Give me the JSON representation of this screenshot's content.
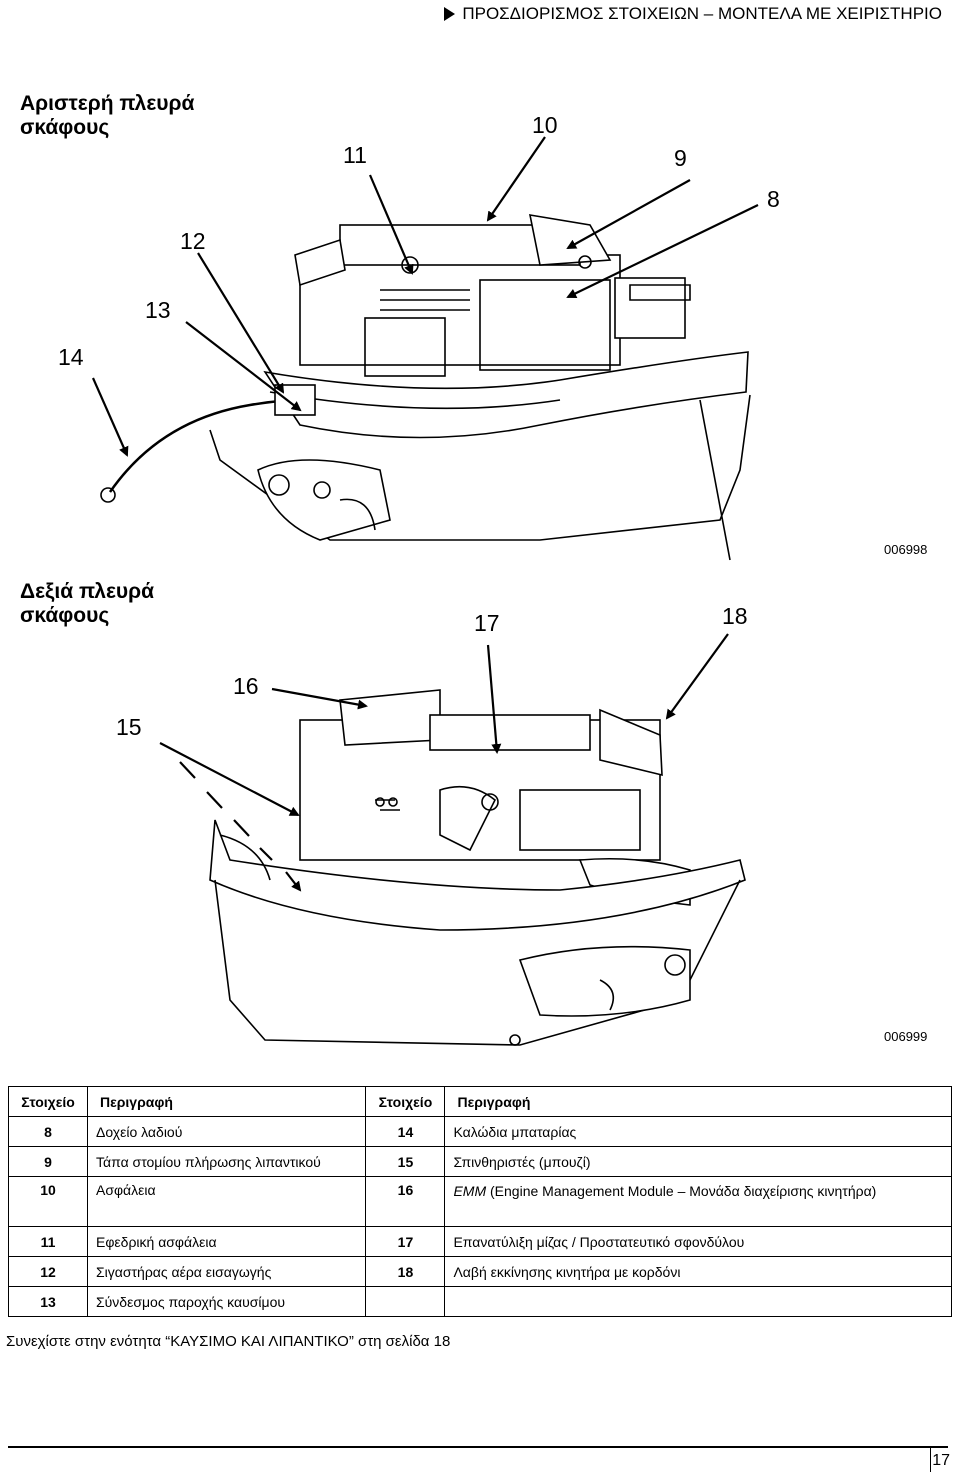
{
  "header": {
    "title": "ΠΡΟΣΔΙΟΡΙΣΜΟΣ ΣΤΟΙΧΕΙΩΝ – ΜΟΝΤΕΛΑ ΜΕ ΧΕΙΡΙΣΤΗΡΙΟ",
    "icon": "right-triangle-icon"
  },
  "figure_port": {
    "title_line1": "Αριστερή πλευρά",
    "title_line2": "σκάφους",
    "figure_id": "006998",
    "callouts": {
      "c8": "8",
      "c9": "9",
      "c10": "10",
      "c11": "11",
      "c12": "12",
      "c13": "13",
      "c14": "14"
    }
  },
  "figure_starboard": {
    "title_line1": "Δεξιά πλευρά",
    "title_line2": "σκάφους",
    "figure_id": "006999",
    "callouts": {
      "c15": "15",
      "c16": "16",
      "c17": "17",
      "c18": "18"
    }
  },
  "table": {
    "headers": {
      "item1": "Στοιχείο",
      "desc1": "Περιγραφή",
      "item2": "Στοιχείο",
      "desc2": "Περιγραφή"
    },
    "rows": [
      {
        "n1": "8",
        "d1": "Δοχείο λαδιού",
        "n2": "14",
        "d2": "Καλώδια μπαταρίας"
      },
      {
        "n1": "9",
        "d1": "Τάπα στομίου πλήρωσης λιπαντικού",
        "n2": "15",
        "d2": "Σπινθηριστές (μπουζί)"
      },
      {
        "n1": "10",
        "d1": "Ασφάλεια",
        "n2": "16",
        "d2_italic": "EMM",
        "d2": " (Engine Management Module – Μονάδα διαχείρισης κινητήρα)"
      },
      {
        "n1": "11",
        "d1": "Εφεδρική ασφάλεια",
        "n2": "17",
        "d2": "Επανατύλιξη μίζας / Προστατευτικό σφονδύλου"
      },
      {
        "n1": "12",
        "d1": "Σιγαστήρας αέρα εισαγωγής",
        "n2": "18",
        "d2": "Λαβή εκκίνησης κινητήρα με κορδόνι"
      },
      {
        "n1": "13",
        "d1": "Σύνδεσμος παροχής καυσίμου",
        "n2": "",
        "d2": ""
      }
    ]
  },
  "continue_text": "Συνεχίστε στην ενότητα “ΚΑΥΣΙΜΟ ΚΑΙ ΛΙΠΑΝΤΙΚΟ” στη σελίδα 18",
  "page_number": "17"
}
